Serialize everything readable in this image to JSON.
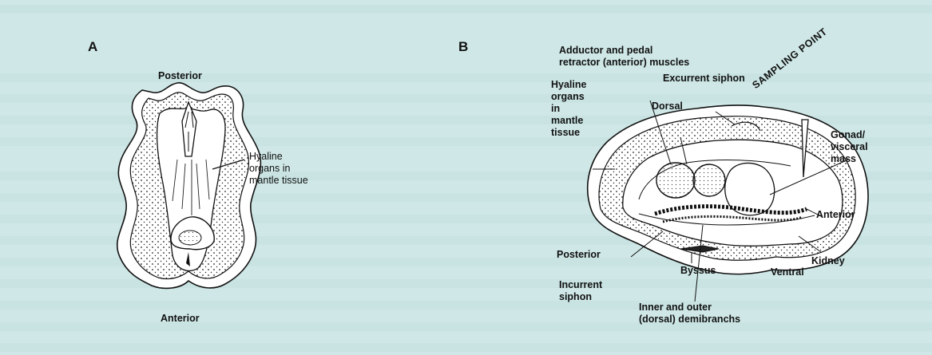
{
  "panel_a": {
    "letter": "A",
    "posterior": "Posterior",
    "anterior": "Anterior",
    "hyaline": [
      "Hyaline",
      "organs in",
      "mantle tissue"
    ]
  },
  "panel_b": {
    "letter": "B",
    "adductor": [
      "Adductor and pedal",
      "retractor (anterior) muscles"
    ],
    "excurrent": "Excurrent siphon",
    "sampling_point": "SAMPLING POINT",
    "hyaline": [
      "Hyaline",
      "organs",
      "in",
      "mantle",
      "tissue"
    ],
    "dorsal": "Dorsal",
    "gonad": [
      "Gonad/",
      "visceral",
      "mass"
    ],
    "anterior": "Anterior",
    "posterior": "Posterior",
    "kidney": "Kidney",
    "incurrent": [
      "Incurrent",
      "siphon"
    ],
    "byssus": "Byssus",
    "ventral": "Ventral",
    "demibranchs": [
      "Inner and outer",
      "(dorsal) demibranchs"
    ]
  },
  "colors": {
    "background": "#cfe8e7",
    "panel": "#ffffff",
    "ink": "#111111"
  }
}
